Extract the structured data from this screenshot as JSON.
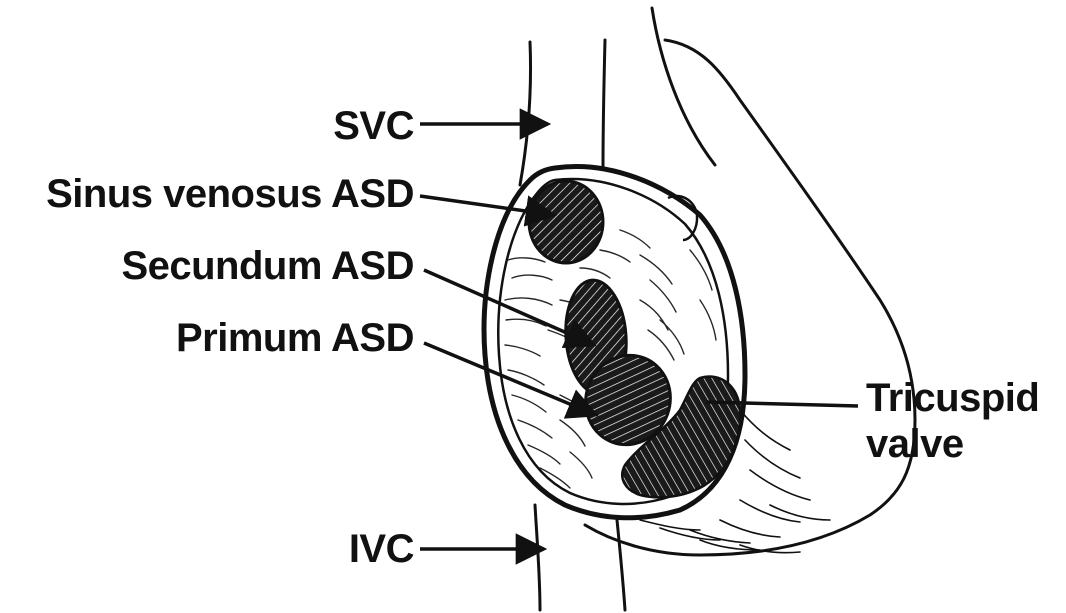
{
  "labels": {
    "svc": "SVC",
    "sinus_venosus": "Sinus venosus ASD",
    "secundum": "Secundum ASD",
    "primum": "Primum ASD",
    "ivc": "IVC",
    "tricuspid_line1": "Tricuspid",
    "tricuspid_line2": "valve"
  },
  "colors": {
    "ink": "#111111",
    "background": "#ffffff"
  }
}
